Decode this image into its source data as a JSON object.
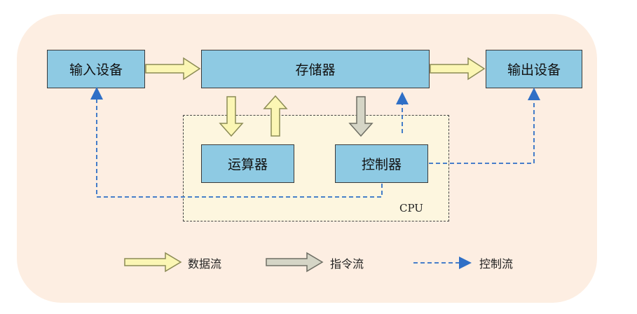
{
  "boxes": {
    "input_device": "输入设备",
    "memory": "存储器",
    "output_device": "输出设备",
    "alu": "运算器",
    "controller": "控制器"
  },
  "cpu_label": "CPU",
  "legend": {
    "data_flow": "数据流",
    "instruction_flow": "指令流",
    "control_flow": "控制流"
  },
  "colors": {
    "background_panel": "#fdeee2",
    "box_fill": "#8ecae3",
    "cpu_fill": "#fdf6df",
    "data_arrow_fill": "#fbf6b4",
    "instruction_arrow_fill": "#d5d5c6",
    "control_line": "#2f6fc6"
  }
}
